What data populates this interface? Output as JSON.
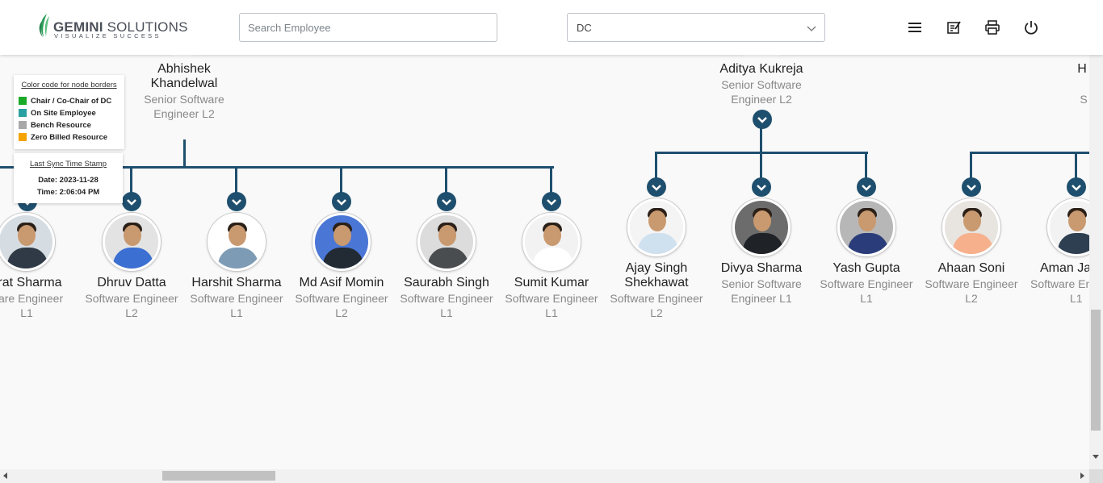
{
  "header": {
    "logo_name_bold": "GEMINI",
    "logo_name_rest": " SOLUTIONS",
    "logo_tagline": "VISUALIZE SUCCESS",
    "search_placeholder": "Search Employee",
    "dc_select_value": "DC",
    "icons": [
      "menu-icon",
      "edit-note-icon",
      "print-icon",
      "power-icon"
    ]
  },
  "legend": {
    "title": "Color code for node borders",
    "items": [
      {
        "label": "Chair / Co-Chair of DC",
        "color": "#1aaa28"
      },
      {
        "label": "On Site Employee",
        "color": "#2aa0a0"
      },
      {
        "label": "Bench Resource",
        "color": "#a8a8a8"
      },
      {
        "label": "Zero Billed Resource",
        "color": "#f5a300"
      }
    ]
  },
  "sync": {
    "title": "Last Sync Time Stamp",
    "date_line": "Date: 2023-11-28",
    "time_line": "Time: 2:06:04 PM"
  },
  "parents": [
    {
      "name_1": "Abhishek",
      "name_2": "Khandelwal",
      "role_1": "Senior Software",
      "role_2": "Engineer L2"
    },
    {
      "name_1": "Aditya Kukreja",
      "role_1": "Senior Software",
      "role_2": "Engineer L2"
    },
    {
      "name_1": "H",
      "role_1": "S"
    }
  ],
  "employees": [
    {
      "name": "vrat Sharma",
      "role_1": "ware Engineer",
      "role_2": "L1"
    },
    {
      "name": "Dhruv Datta",
      "role_1": "Software Engineer",
      "role_2": "L2"
    },
    {
      "name": "Harshit Sharma",
      "role_1": "Software Engineer",
      "role_2": "L1"
    },
    {
      "name": "Md Asif Momin",
      "role_1": "Software Engineer",
      "role_2": "L2"
    },
    {
      "name": "Saurabh Singh",
      "role_1": "Software Engineer",
      "role_2": "L1"
    },
    {
      "name": "Sumit Kumar",
      "role_1": "Software Engineer",
      "role_2": "L1"
    },
    {
      "name_1": "Ajay Singh",
      "name_2": "Shekhawat",
      "role_1": "Software Engineer",
      "role_2": "L2"
    },
    {
      "name": "Divya Sharma",
      "role_1": "Senior Software",
      "role_2": "Engineer L1"
    },
    {
      "name": "Yash Gupta",
      "role_1": "Software Engineer",
      "role_2": "L1"
    },
    {
      "name": "Ahaan Soni",
      "role_1": "Software Engineer",
      "role_2": "L2"
    },
    {
      "name": "Aman Ja",
      "role_1": "Software En",
      "role_2": "L1"
    }
  ],
  "colors": {
    "connector": "#1f4f6e",
    "accent_green": "#2e9e5b"
  }
}
